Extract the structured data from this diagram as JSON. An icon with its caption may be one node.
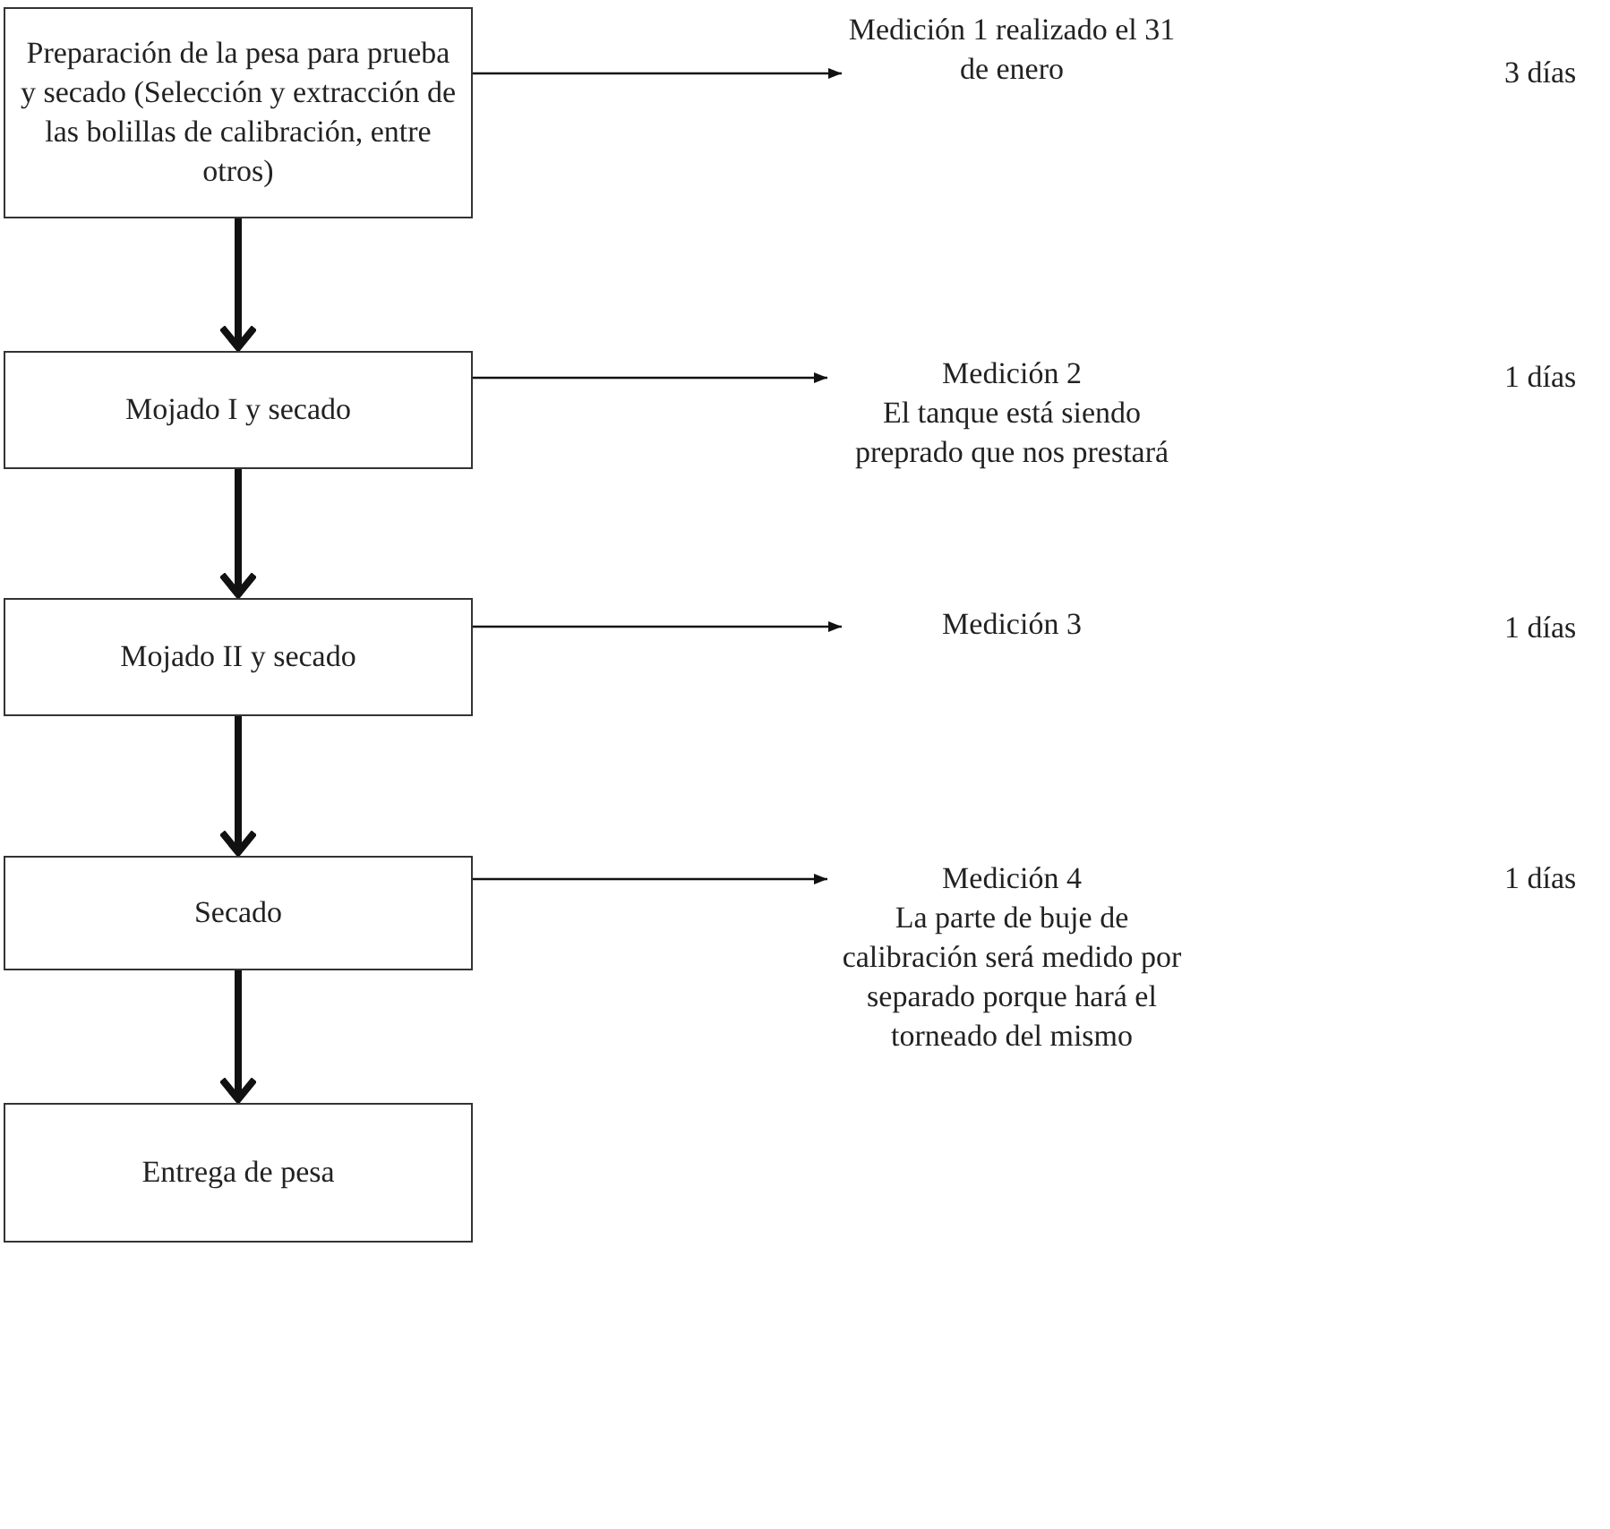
{
  "diagram": {
    "nodes": [
      {
        "text": [
          "Preparación de la pesa para prueba y secado (Selección y extracción de las bolillas de calibración, entre otros)"
        ]
      },
      {
        "text": [
          "Mojado I y secado"
        ]
      },
      {
        "text": [
          "Mojado II y secado"
        ]
      },
      {
        "text": [
          "Secado"
        ]
      },
      {
        "text": [
          "Entrega de pesa"
        ]
      },
      {
        "text": [
          "Medición 1 realizado el 31 de enero"
        ]
      },
      {
        "text": [
          "Medición 2",
          "El tanque está siendo preprado que nos prestará"
        ]
      },
      {
        "text": [
          "Medición 3"
        ]
      },
      {
        "text": [
          "Medición 4",
          "La parte de buje de calibración será medido por separado porque hará el torneado del mismo"
        ]
      }
    ],
    "edges": [
      {
        "from": 0,
        "to": 1,
        "arrow": "to",
        "style": "thick"
      },
      {
        "from": 1,
        "to": 2,
        "arrow": "to",
        "style": "thick"
      },
      {
        "from": 2,
        "to": 3,
        "arrow": "to",
        "style": "thick"
      },
      {
        "from": 3,
        "to": 4,
        "arrow": "to",
        "style": "thick"
      },
      {
        "from": 0,
        "to": 5,
        "arrow": "to"
      },
      {
        "from": 1,
        "to": 6,
        "arrow": "to"
      },
      {
        "from": 2,
        "to": 7,
        "arrow": "to"
      },
      {
        "from": 3,
        "to": 8,
        "arrow": "to"
      }
    ],
    "labels": [
      "3 días",
      "1 días",
      "1 días",
      "1 días"
    ]
  }
}
